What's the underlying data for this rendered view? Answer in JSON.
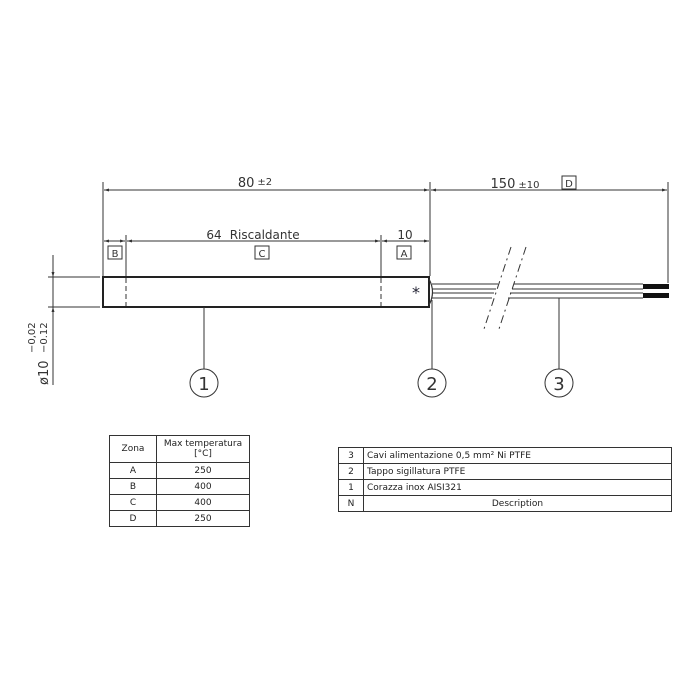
{
  "drawing": {
    "total_length": {
      "value": "80",
      "tolerance": "±2"
    },
    "heated_length": {
      "value": "64",
      "label": "Riscaldante"
    },
    "cold_end_length": {
      "value": "10"
    },
    "wire_length": {
      "value": "150",
      "tolerance": "±10",
      "zone": "D"
    },
    "diameter": {
      "symbol": "ø10",
      "upper_tol": "−0,02",
      "lower_tol": "−0.12"
    },
    "zones": {
      "b": "B",
      "c": "C",
      "a": "A",
      "d": "D"
    },
    "marker": "*",
    "balloons": [
      "1",
      "2",
      "3"
    ]
  },
  "zone_table": {
    "headers": {
      "zone": "Zona",
      "max_temp_line1": "Max temperatura",
      "max_temp_line2": "[°C]"
    },
    "rows": [
      {
        "zone": "A",
        "temp": "250"
      },
      {
        "zone": "B",
        "temp": "400"
      },
      {
        "zone": "C",
        "temp": "400"
      },
      {
        "zone": "D",
        "temp": "250"
      }
    ]
  },
  "parts_table": {
    "rows": [
      {
        "n": "3",
        "description": "Cavi alimentazione 0,5 mm² Ni PTFE"
      },
      {
        "n": "2",
        "description": "Tappo sigillatura PTFE"
      },
      {
        "n": "1",
        "description": "Corazza inox AISI321"
      }
    ],
    "header": {
      "n": "N",
      "description": "Description"
    }
  }
}
